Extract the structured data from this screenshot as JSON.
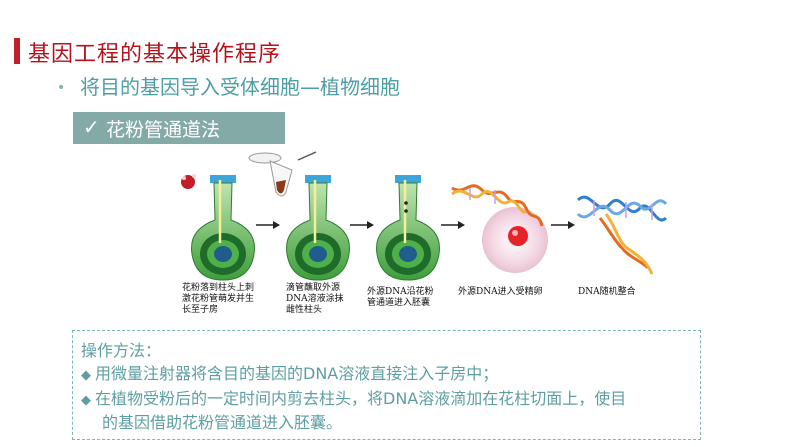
{
  "header": {
    "title": "基因工程的基本操作程序"
  },
  "subtitle": {
    "bullet": "•",
    "text": "将目的基因导入受体细胞—植物细胞"
  },
  "method": {
    "check": "✓",
    "label": "花粉管通道法"
  },
  "figure": {
    "captions": [
      "花粉落到柱头上刺\n激花粉管萌发并生\n长至子房",
      "滴管蘸取外源\nDNA溶液涂抹\n雌性柱头",
      "外源DNA沿花粉\n管通道进入胚囊",
      "外源DNA进入受精卵",
      "DNA随机整合"
    ]
  },
  "operation": {
    "heading": "操作方法：",
    "bullet_symbol": "◆",
    "items": [
      "用微量注射器将含目的基因的DNA溶液直接注入子房中；",
      "在植物受粉后的一定时间内剪去柱头，将DNA溶液滴加在花柱切面上，使目",
      "的基因借助花粉管通道进入胚囊。"
    ]
  },
  "colors": {
    "title_red": "#b5121b",
    "teal_text": "#5e9ea3",
    "method_bg": "#84aaa8",
    "ovary_green": "#3e9e3b",
    "stigma_blue": "#3da6d8"
  }
}
